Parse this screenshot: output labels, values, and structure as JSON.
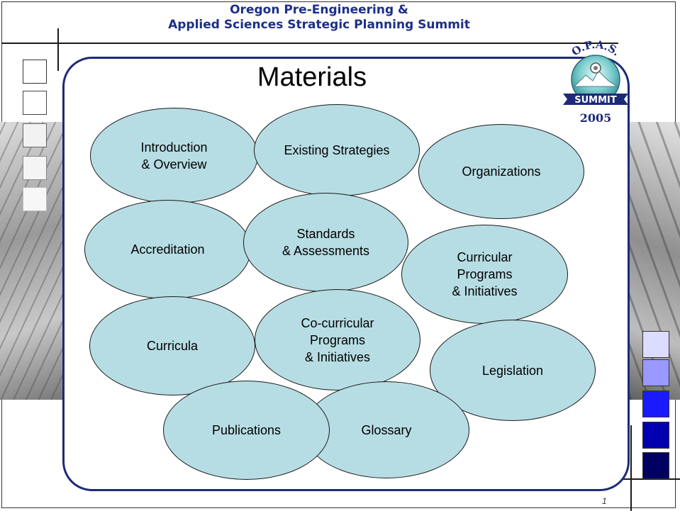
{
  "header": {
    "line1": "Oregon Pre-Engineering &",
    "line2": "Applied Sciences Strategic Planning Summit"
  },
  "logo": {
    "arc_text": "O.P.A.S.",
    "banner": "SUMMIT",
    "year": "2005"
  },
  "slide_title": "Materials",
  "topics": [
    "Introduction\n& Overview",
    "Existing Strategies",
    "Organizations",
    "Accreditation",
    "Standards\n& Assessments",
    "Curricular\nPrograms\n& Initiatives",
    "Curricula",
    "Co-curricular\nPrograms\n& Initiatives",
    "Legislation",
    "Publications",
    "Glossary"
  ],
  "slide_number": "1",
  "colors": {
    "header_text": "#1c2f8a",
    "panel_border": "#1c2a78",
    "oval_fill": "#b7dde4",
    "swatches": [
      "#dcdcff",
      "#9999ff",
      "#1a1aff",
      "#0000b0",
      "#000060"
    ]
  }
}
